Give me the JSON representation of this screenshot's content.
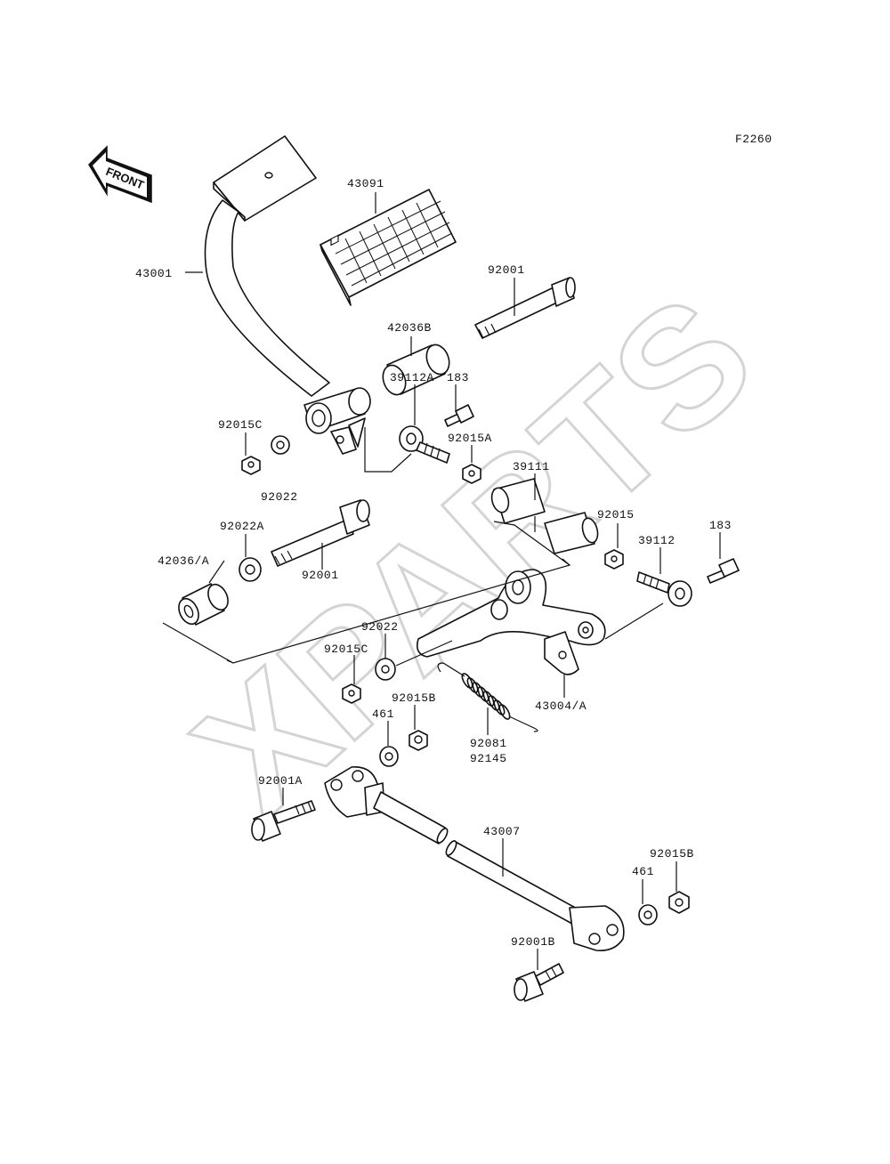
{
  "figure_code": "F2260",
  "watermark": "XPARTS",
  "front_arrow_label": "FRONT",
  "part_labels": {
    "p43091": "43091",
    "p43001": "43001",
    "p92001_top": "92001",
    "p42036B": "42036B",
    "p183_top": "183",
    "p39112A": "39112A",
    "p92015C_top": "92015C",
    "p92015A": "92015A",
    "p39111": "39111",
    "p92022_top": "92022",
    "p92022A": "92022A",
    "p92015": "92015",
    "p183_right": "183",
    "p39112": "39112",
    "p42036A": "42036/A",
    "p92001_mid": "92001",
    "p92022_mid": "92022",
    "p92015C_mid": "92015C",
    "p92015B_mid": "92015B",
    "p43004A": "43004/A",
    "p461_mid": "461",
    "p92081": "92081",
    "p92145": "92145",
    "p92001A": "92001A",
    "p43007": "43007",
    "p92015B_bot": "92015B",
    "p461_bot": "461",
    "p92001B": "92001B"
  }
}
